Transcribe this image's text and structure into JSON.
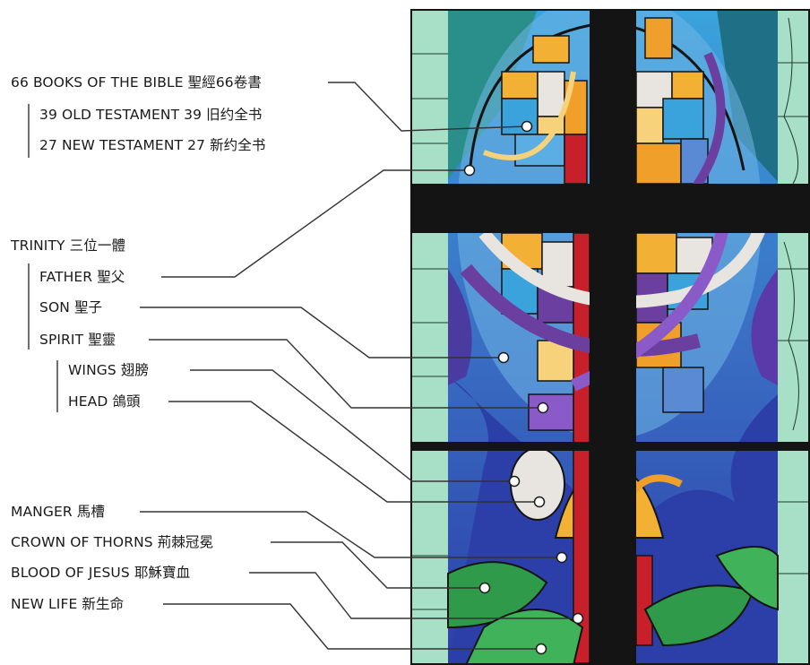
{
  "labels": {
    "books": "66 BOOKS OF THE BIBLE  聖經66卷書",
    "old_testament": "39 OLD TESTAMENT   39 旧约全书",
    "new_testament": "27 NEW TESTAMENT  27 新约全书",
    "trinity": "TRINITY  三位一體",
    "father": "FATHER  聖父",
    "son": "SON  聖子",
    "spirit": "SPIRIT  聖靈",
    "wings": "WINGS  翅膀",
    "head": "HEAD  鴿頭",
    "manger": "MANGER  馬槽",
    "crown": "CROWN OF THORNS  荊棘冠冕",
    "blood": "BLOOD OF JESUS  耶穌寶血",
    "new_life": "NEW LIFE  新生命"
  },
  "colors": {
    "lead": "#141414",
    "mint": "#a7e0c6",
    "sky": "#3aa3dc",
    "cobalt": "#2c3fa8",
    "violet": "#6b3fa0",
    "gold": "#f2b134",
    "crimson": "#c8202a",
    "leaf": "#2f9a4a"
  }
}
